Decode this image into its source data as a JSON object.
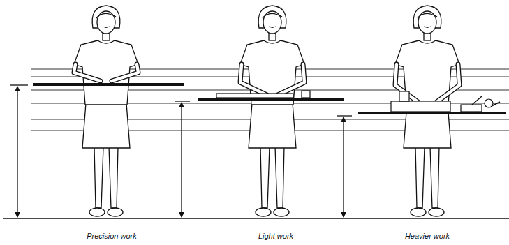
{
  "diagram": {
    "labels": [
      "Precision work",
      "Light work",
      "Heavier work"
    ]
  }
}
